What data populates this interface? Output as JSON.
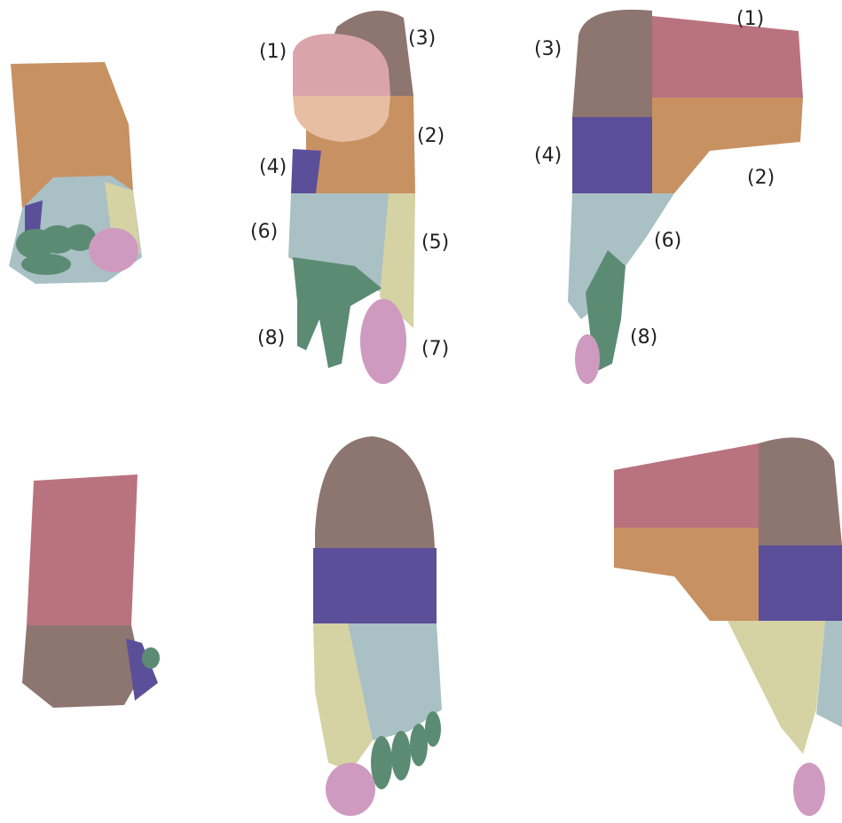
{
  "palette": {
    "region1": "#b9737e",
    "region2": "#c79162",
    "region3": "#8d7570",
    "region4": "#5b4f9a",
    "region5": "#d5d2a4",
    "region6": "#a9c0c4",
    "region7": "#cf9ac0",
    "region8": "#5b8c73",
    "background": "#ffffff"
  },
  "labels": {
    "top_middle": {
      "l1": "(1)",
      "l2": "(2)",
      "l3": "(3)",
      "l4": "(4)",
      "l5": "(5)",
      "l6": "(6)",
      "l7": "(7)",
      "l8": "(8)"
    },
    "top_right": {
      "l1": "(1)",
      "l2": "(2)",
      "l3": "(3)",
      "l4": "(4)",
      "l6": "(6)",
      "l8": "(8)"
    }
  }
}
